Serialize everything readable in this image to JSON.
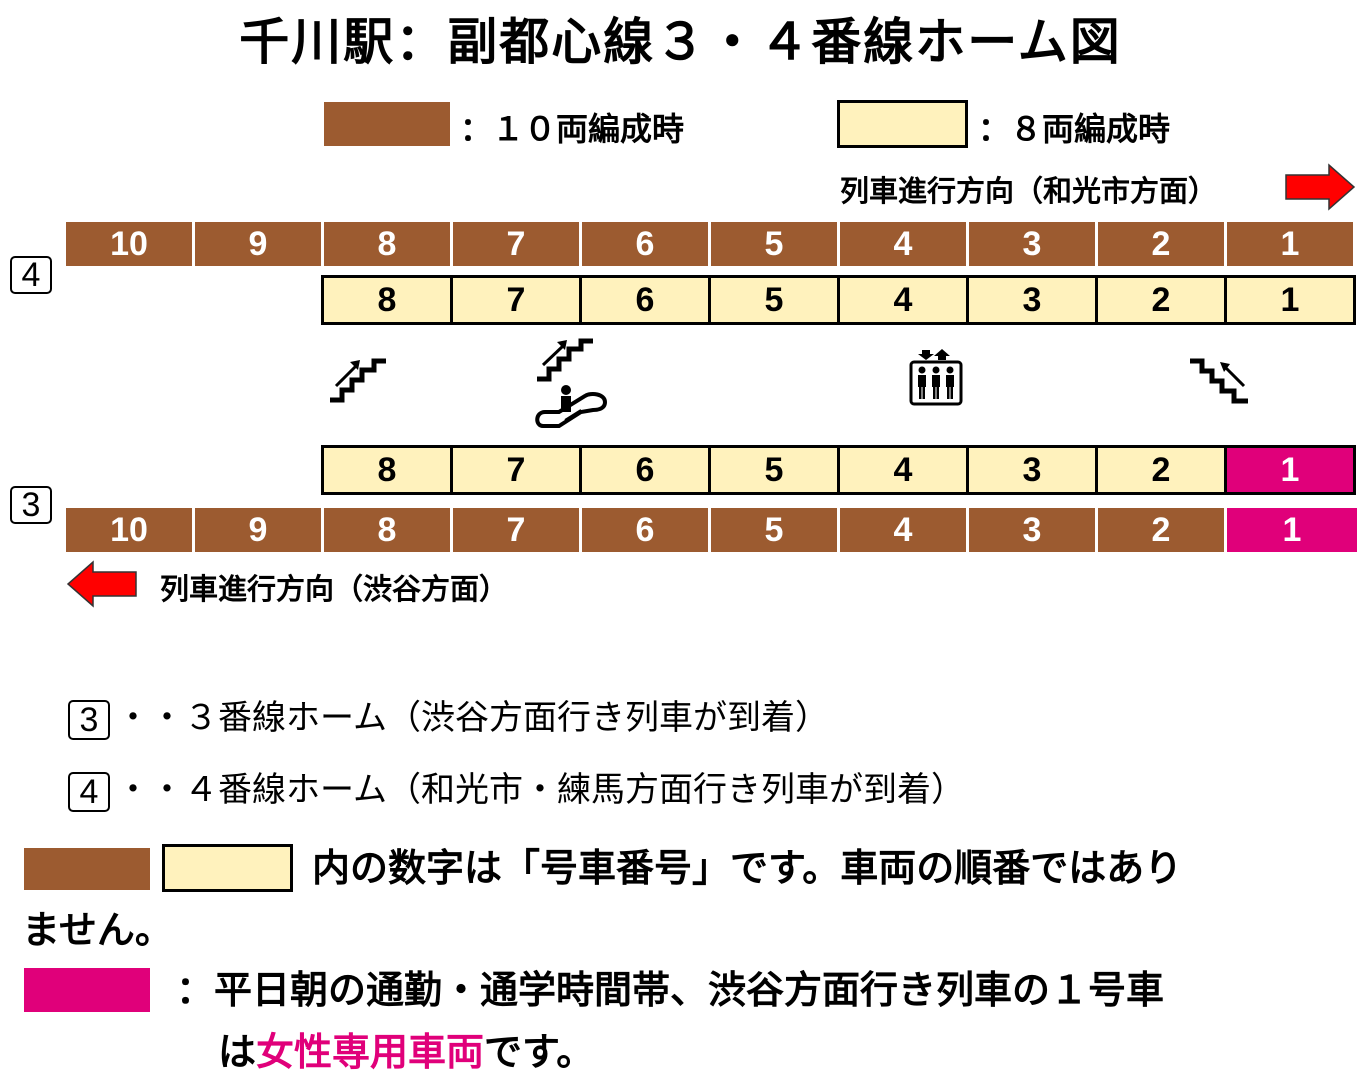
{
  "title": "千川駅：副都心線３・４番線ホーム図",
  "legend": {
    "ten_car_label": "：１０両編成時",
    "eight_car_label": "：８両編成時"
  },
  "colors": {
    "ten_car": "#9c5b30",
    "eight_car": "#fff2bd",
    "women_only": "#e0007a",
    "arrow": "#ff0000"
  },
  "direction": {
    "track4": "列車進行方向（和光市方面）",
    "track3": "列車進行方向（渋谷方面）"
  },
  "track4": {
    "badge": "4",
    "ten_car": [
      "10",
      "9",
      "8",
      "7",
      "6",
      "5",
      "4",
      "3",
      "2",
      "1"
    ],
    "eight_car": [
      "8",
      "7",
      "6",
      "5",
      "4",
      "3",
      "2",
      "1"
    ]
  },
  "track3": {
    "badge": "3",
    "eight_car": [
      "8",
      "7",
      "6",
      "5",
      "4",
      "3",
      "2",
      "1"
    ],
    "ten_car": [
      "10",
      "9",
      "8",
      "7",
      "6",
      "5",
      "4",
      "3",
      "2",
      "1"
    ],
    "women_only_car": "1"
  },
  "facilities": [
    {
      "type": "stairs-up-icon",
      "near_car": "8"
    },
    {
      "type": "stairs-escalator-icon",
      "near_car": "7"
    },
    {
      "type": "elevator-icon",
      "near_car": "4"
    },
    {
      "type": "stairs-down-icon",
      "near_car": "1"
    }
  ],
  "notes": [
    {
      "badge": "3",
      "text": "・・３番線ホーム（渋谷方面行き列車が到着）"
    },
    {
      "badge": "4",
      "text": "・・４番線ホーム（和光市・練馬方面行き列車が到着）"
    }
  ],
  "car_number_note": {
    "line1": "内の数字は「号車番号」です。車両の順番ではあり",
    "line2": "ません。"
  },
  "women_only_note": {
    "line1": "：平日朝の通勤・通学時間帯、渋谷方面行き列車の１号車",
    "line2_prefix": "は",
    "line2_highlight": "女性専用車両",
    "line2_suffix": "です。"
  }
}
